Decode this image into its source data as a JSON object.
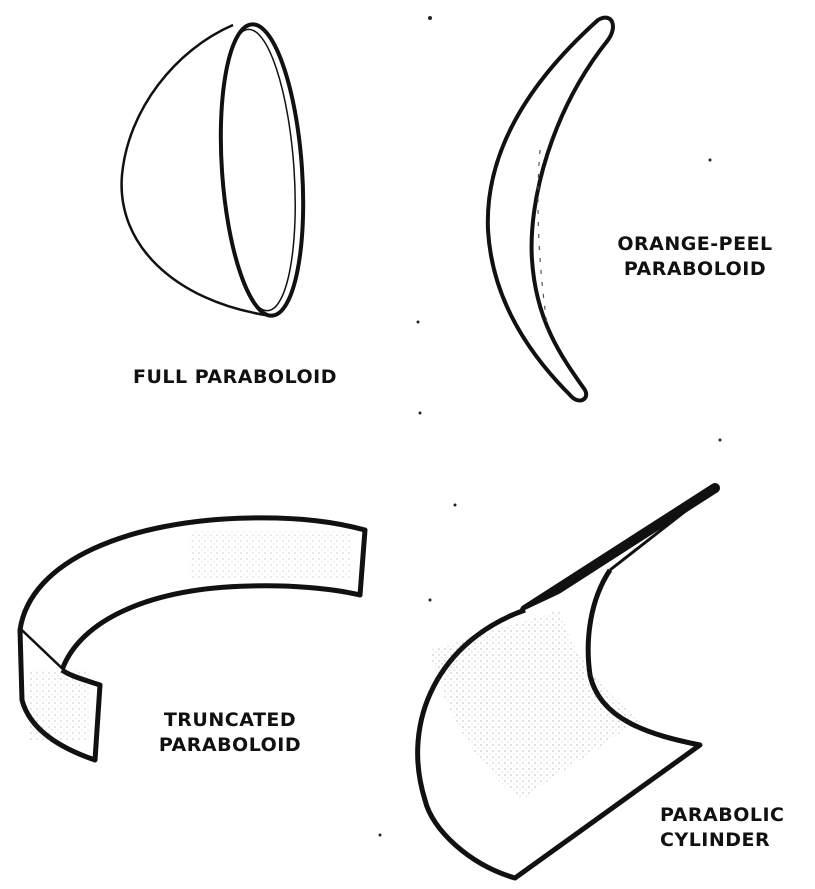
{
  "figure": {
    "panels": [
      {
        "id": "full",
        "lines": [
          "FULL PARABOLOID"
        ]
      },
      {
        "id": "peel",
        "lines": [
          "ORANGE-PEEL",
          "PARABOLOID"
        ]
      },
      {
        "id": "trunc",
        "lines": [
          "TRUNCATED",
          "PARABOLOID"
        ]
      },
      {
        "id": "cyl",
        "lines": [
          "PARABOLIC",
          "CYLINDER"
        ]
      }
    ]
  }
}
